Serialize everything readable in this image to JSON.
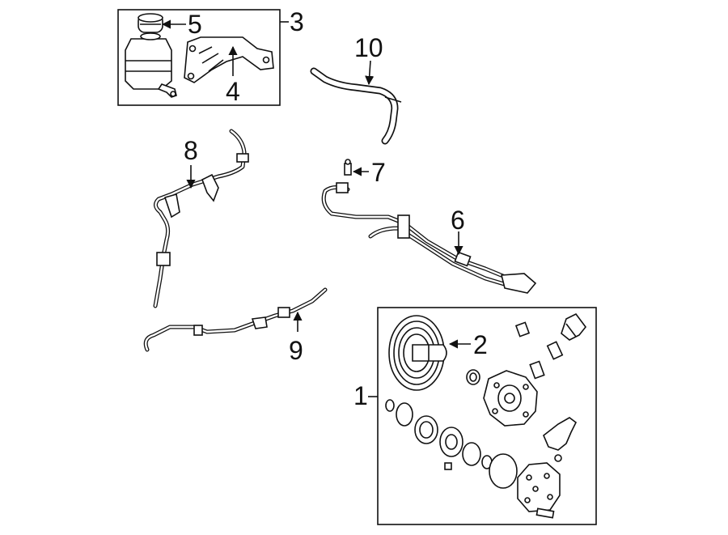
{
  "callouts": {
    "c1": "1",
    "c2": "2",
    "c3": "3",
    "c4": "4",
    "c5": "5",
    "c6": "6",
    "c7": "7",
    "c8": "8",
    "c9": "9",
    "c10": "10"
  },
  "colors": {
    "line": "#111111",
    "background": "#ffffff"
  }
}
